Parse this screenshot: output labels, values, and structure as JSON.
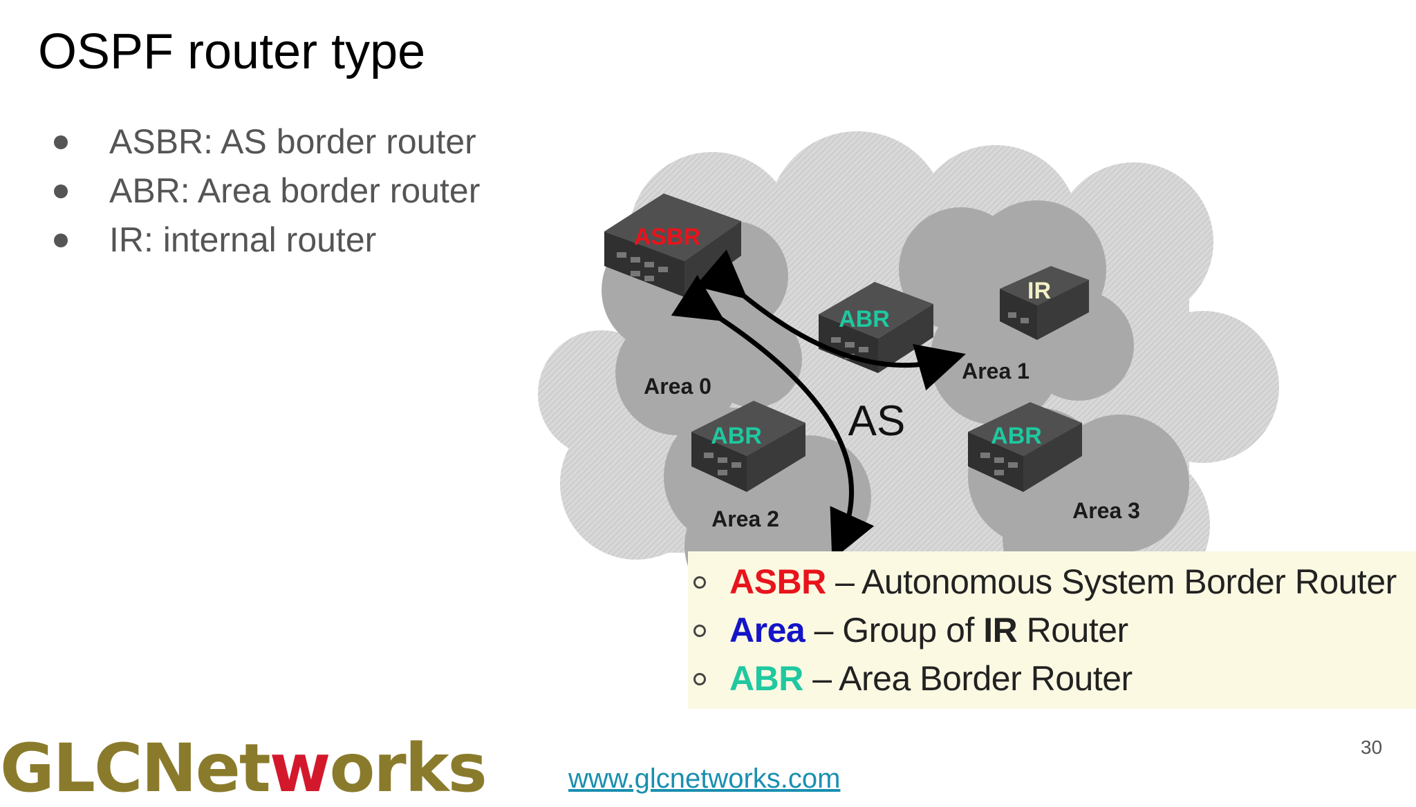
{
  "slide": {
    "title": "OSPF router type",
    "bullets": [
      "ASBR: AS border router",
      "ABR: Area border router",
      "IR: internal router"
    ]
  },
  "diagram": {
    "routers": {
      "asbr": "ASBR",
      "abr_top": "ABR",
      "ir": "IR",
      "abr_left": "ABR",
      "abr_right": "ABR"
    },
    "areas": {
      "area0": "Area 0",
      "area1": "Area 1",
      "area2": "Area 2",
      "area3": "Area 3"
    },
    "as_label": "AS",
    "colors": {
      "asbr": "#e8141c",
      "abr": "#1fc8a0",
      "ir": "#f3f0c8",
      "area": "#1414c8",
      "cloud": "#bdbdbd",
      "router_body": "#3c3c3c"
    }
  },
  "legend": {
    "rows": [
      {
        "term": "ASBR",
        "desc": " – Autonomous System Border Router"
      },
      {
        "term": "Area",
        "desc_a": " – Group of ",
        "ir": "IR",
        "desc_b": " Router"
      },
      {
        "term": "ABR",
        "desc": " – Area Border Router"
      }
    ]
  },
  "footer": {
    "logo_a": "GLCNet",
    "logo_w": "w",
    "logo_b": "orks",
    "url": "www.glcnetworks.com",
    "page": "30"
  }
}
